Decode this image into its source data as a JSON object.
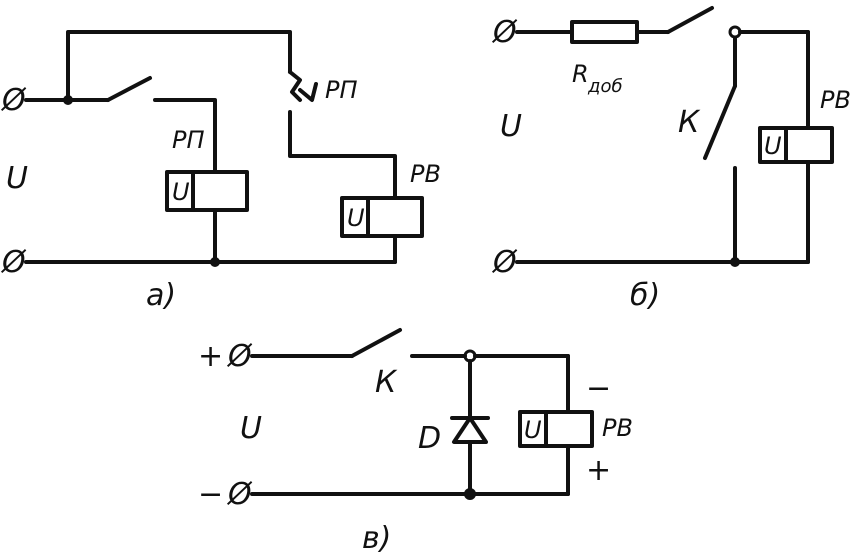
{
  "diagram_a": {
    "caption": "а)",
    "voltage": "U",
    "terminal_top": "Ø",
    "terminal_bottom": "Ø",
    "relay_rp_top": "РП",
    "relay_rp_coil": "РП",
    "relay_rv": "РВ",
    "coil_mark_rp": "U",
    "coil_mark_rv": "U"
  },
  "diagram_b": {
    "caption": "б)",
    "voltage": "U",
    "terminal_top": "Ø",
    "terminal_bottom": "Ø",
    "resistor_main": "R",
    "resistor_sub": "доб",
    "switch": "К",
    "relay_rv": "РВ",
    "coil_mark": "U"
  },
  "diagram_v": {
    "caption": "в)",
    "voltage": "U",
    "terminal_top": "Ø",
    "terminal_bottom": "Ø",
    "plus_sign": "+",
    "minus_sign": "−",
    "switch": "К",
    "diode": "D",
    "relay_rv": "РВ",
    "coil_mark": "U",
    "coil_minus": "−",
    "coil_plus": "+"
  }
}
